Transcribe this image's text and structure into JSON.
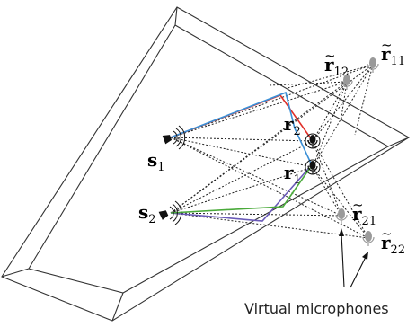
{
  "labels": {
    "s1": {
      "main": "s",
      "sub": "1"
    },
    "s2": {
      "main": "s",
      "sub": "2"
    },
    "r1": {
      "main": "r",
      "sub": "1"
    },
    "r2": {
      "main": "r",
      "sub": "2"
    },
    "r11": {
      "tilde": "~",
      "main": "r",
      "sub": "11"
    },
    "r12": {
      "tilde": "~",
      "main": "r",
      "sub": "12"
    },
    "r21": {
      "tilde": "~",
      "main": "r",
      "sub": "21"
    },
    "r22": {
      "tilde": "~",
      "main": "r",
      "sub": "22"
    }
  },
  "caption": "Virtual microphones",
  "colors": {
    "ray_red": "#e0302a",
    "ray_blue": "#3a8fd6",
    "ray_purple": "#6a5ab8",
    "ray_green": "#4aaa3a",
    "virtual_mic": "#9a9a9a",
    "room_edge": "#333333"
  }
}
